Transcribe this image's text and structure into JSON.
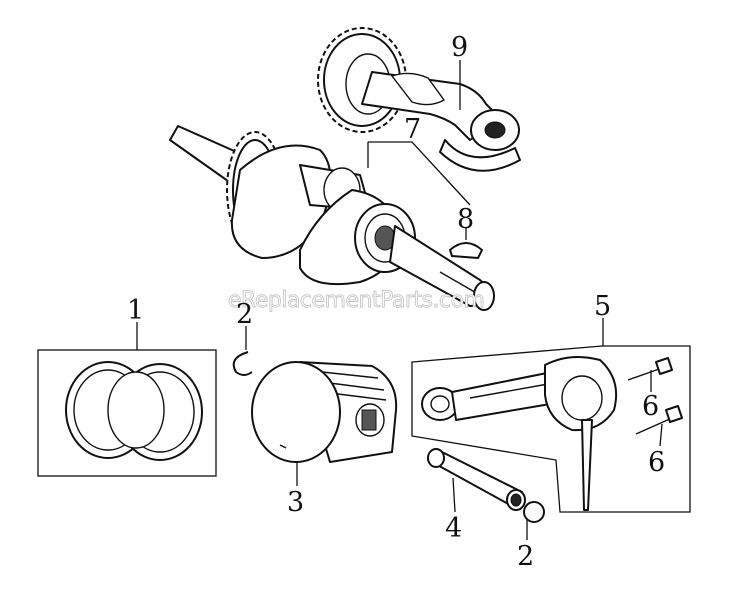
{
  "watermark": "eReplacementParts.com",
  "callouts": {
    "c1": "1",
    "c2_top": "2",
    "c2_bottom": "2",
    "c3": "3",
    "c4": "4",
    "c5": "5",
    "c6_top": "6",
    "c6_bottom": "6",
    "c7": "7",
    "c8": "8",
    "c9": "9"
  },
  "icons": {
    "camshaft": "camshaft-icon",
    "crankshaft": "crankshaft-icon",
    "key": "woodruff-key-icon",
    "rings": "piston-rings-icon",
    "clip": "circlip-icon",
    "piston": "piston-icon",
    "pin": "piston-pin-icon",
    "rod": "connecting-rod-icon",
    "bolt": "rod-bolt-icon"
  }
}
